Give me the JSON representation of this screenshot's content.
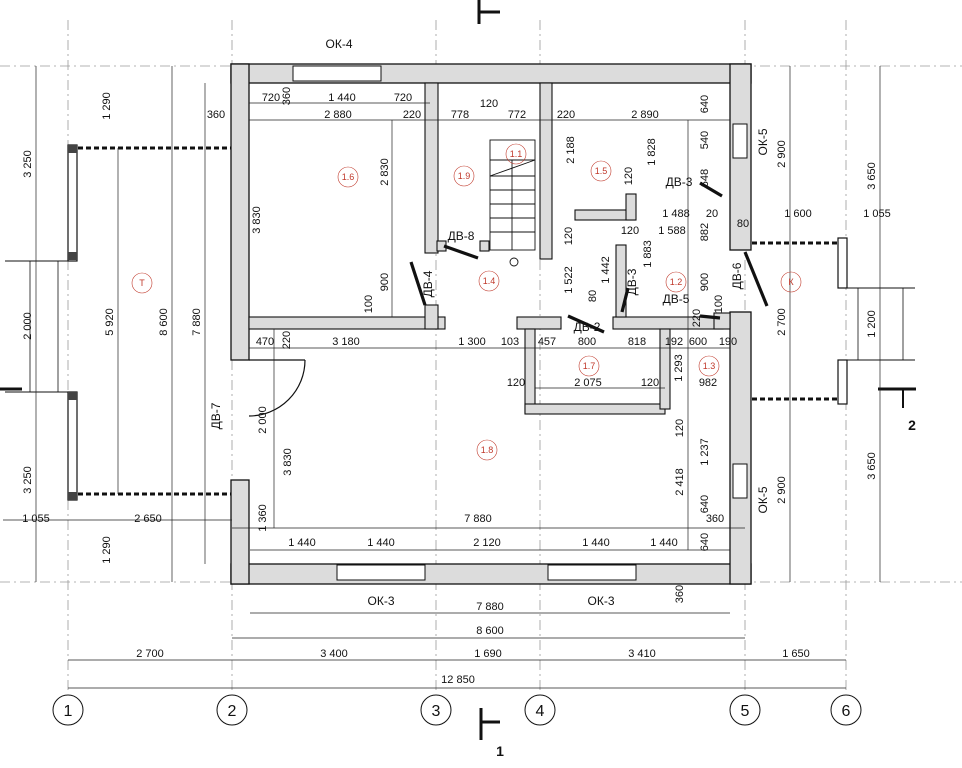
{
  "axes": {
    "a1": "1",
    "a2": "2",
    "a3": "3",
    "a4": "4",
    "a5": "5",
    "a6": "6"
  },
  "sections": {
    "s1": "1",
    "s2": "2"
  },
  "rooms": {
    "r11": "1.1",
    "r12": "1.2",
    "r13": "1.3",
    "r14": "1.4",
    "r15": "1.5",
    "r16": "1.6",
    "r17": "1.7",
    "r18": "1.8",
    "r19": "1.9",
    "t": "Т",
    "k": "К"
  },
  "tags": {
    "ok4": "ОК-4",
    "ok5a": "ОК-5",
    "ok5b": "ОК-5",
    "ok3a": "ОК-3",
    "ok3b": "ОК-3",
    "dv3a": "ДВ-3",
    "dv3b": "ДВ-3",
    "dv8": "ДВ-8",
    "dv4": "ДВ-4",
    "dv6": "ДВ-6",
    "dv2": "ДВ-2",
    "dv5": "ДВ-5",
    "dv7": "ДВ-7"
  },
  "dims": {
    "top_720a": "720",
    "top_1440": "1 440",
    "top_720b": "720",
    "top_360v": "360",
    "d360_left": "360",
    "d2880": "2 880",
    "d220a": "220",
    "d778": "778",
    "d772": "772",
    "d220b": "220",
    "d2890": "2 890",
    "d640a": "640",
    "d120a": "120",
    "d2188": "2 188",
    "d1828": "1 828",
    "d540": "540",
    "d2830": "2 830",
    "d3830a": "3 830",
    "d900a": "900",
    "d100a": "100",
    "d120b": "120",
    "d648": "648",
    "d1488": "1 488",
    "d20": "20",
    "d80a": "80",
    "d1600": "1 600",
    "d1055r": "1 055",
    "d120c": "120",
    "d1588": "1 588",
    "d882": "882",
    "d120d": "120",
    "d1883": "1 883",
    "d1522": "1 522",
    "d1442": "1 442",
    "d80b": "80",
    "d900b": "900",
    "d100b": "100",
    "d220c": "220",
    "d470": "470",
    "d220d": "220",
    "d3180": "3 180",
    "d1300": "1 300",
    "d103": "103",
    "d457": "457",
    "d800": "800",
    "d818": "818",
    "d192": "192",
    "d600": "600",
    "d190": "190",
    "d1293": "1 293",
    "d120e": "120",
    "d2075": "2 075",
    "d120f": "120",
    "d982": "982",
    "d2000c": "2 000",
    "d3830b": "3 830",
    "d1360": "1 360",
    "d120g": "120",
    "d1237": "1 237",
    "d2418": "2 418",
    "d640b": "640",
    "d360b": "360",
    "d7880a": "7 880",
    "d1440a": "1 440",
    "d1440b": "1 440",
    "d2120": "2 120",
    "d1440c": "1 440",
    "d1440d": "1 440",
    "d640c": "640",
    "d360c": "360",
    "d7880b": "7 880",
    "d8600b": "8 600",
    "d12850": "12 850",
    "ax2700": "2 700",
    "ax3400": "3 400",
    "ax1690": "1 690",
    "ax3410": "3 410",
    "ax1650": "1 650",
    "l1290a": "1 290",
    "l3250a": "3 250",
    "l2000": "2 000",
    "l3250b": "3 250",
    "l1290b": "1 290",
    "l1055": "1 055",
    "l2650": "2 650",
    "l5920": "5 920",
    "l8600": "8 600",
    "l7880": "7 880",
    "r2900a": "2 900",
    "r2700": "2 700",
    "r2900b": "2 900",
    "r3650a": "3 650",
    "r1200": "1 200",
    "r3650b": "3 650"
  },
  "colors": {
    "wall": "#dcdcdc",
    "outline": "#111111",
    "room_label": "#c0392b",
    "grid": "#9a9a9a"
  }
}
